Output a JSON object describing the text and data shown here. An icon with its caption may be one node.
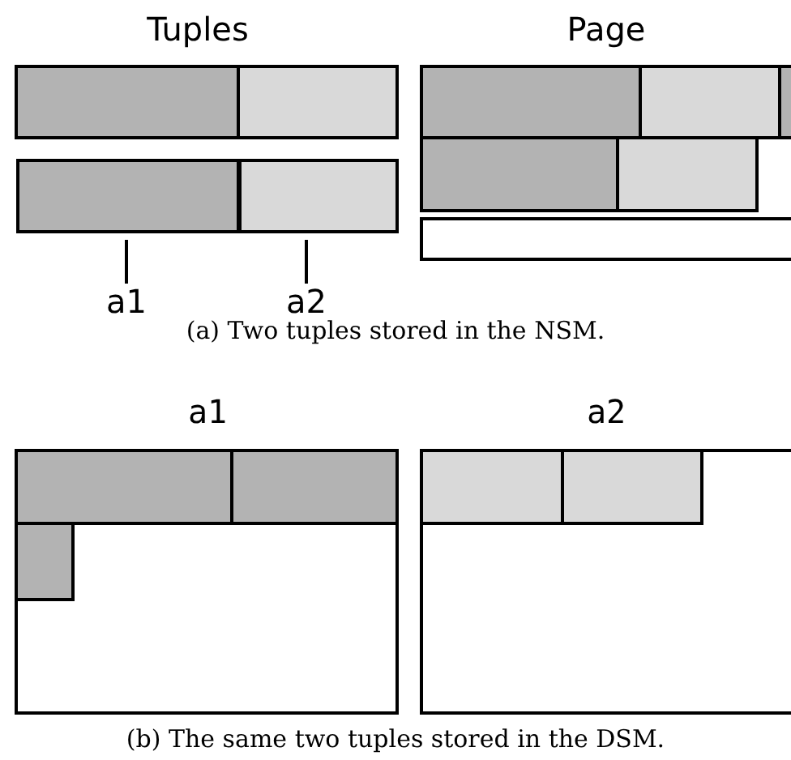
{
  "diagram": {
    "nodes": [
      {
        "text": [],
        "shape": "box"
      },
      {
        "text": [],
        "shape": "box"
      },
      {
        "text": [
          "a1"
        ]
      },
      {
        "text": [
          "a2"
        ]
      }
    ],
    "edges": [
      {
        "from": 2,
        "to": 0,
        "arrow": "none"
      },
      {
        "from": 3,
        "to": 1,
        "arrow": "none"
      }
    ],
    "labels": [
      "Tuples",
      "Page",
      "(a) Two tuples stored in the NSM.",
      "a1",
      "a2",
      "(b) The same two tuples stored in the DSM."
    ]
  }
}
